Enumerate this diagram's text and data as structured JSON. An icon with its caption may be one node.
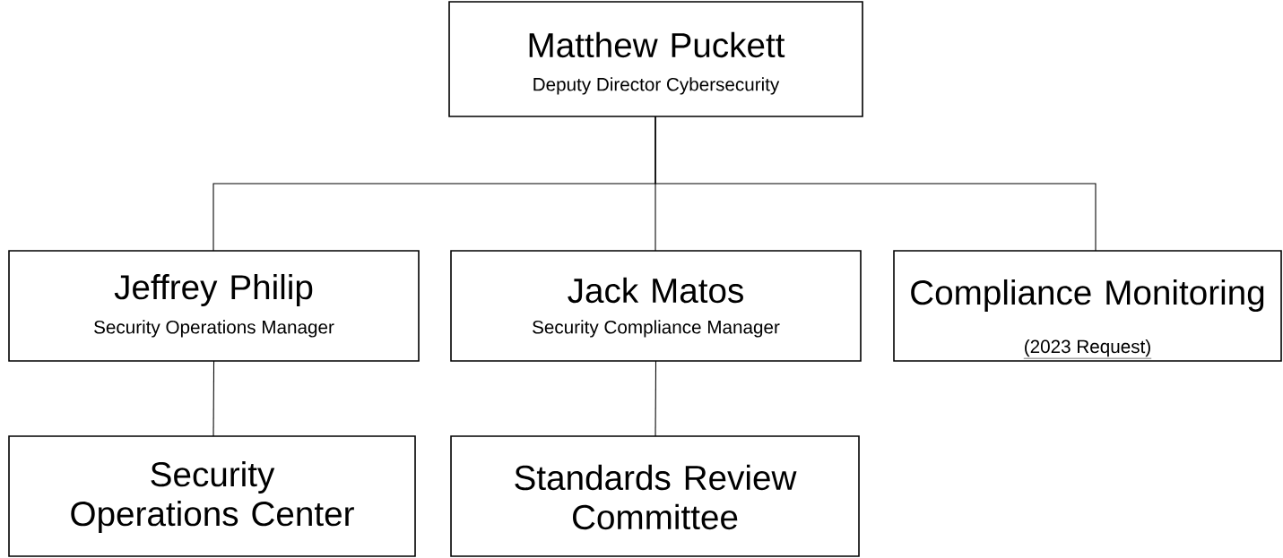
{
  "diagram": {
    "nodes": [
      {
        "text": [
          "Matthew Puckett",
          "Deputy Director Cybersecurity"
        ]
      },
      {
        "text": [
          "Jeffrey Philip",
          "Security Operations Manager"
        ]
      },
      {
        "text": [
          "Jack Matos",
          "Security Compliance Manager"
        ]
      },
      {
        "text": [
          "Compliance Monitoring",
          "(2023 Request)"
        ]
      },
      {
        "text": [
          "Security Operations Center"
        ]
      },
      {
        "text": [
          "Standards Review Committee"
        ]
      }
    ],
    "edges": [
      {
        "from": 0,
        "to": 1,
        "arrow": "none"
      },
      {
        "from": 0,
        "to": 2,
        "arrow": "none"
      },
      {
        "from": 0,
        "to": 3,
        "arrow": "none"
      },
      {
        "from": 1,
        "to": 4,
        "arrow": "none"
      },
      {
        "from": 2,
        "to": 5,
        "arrow": "none"
      }
    ]
  }
}
